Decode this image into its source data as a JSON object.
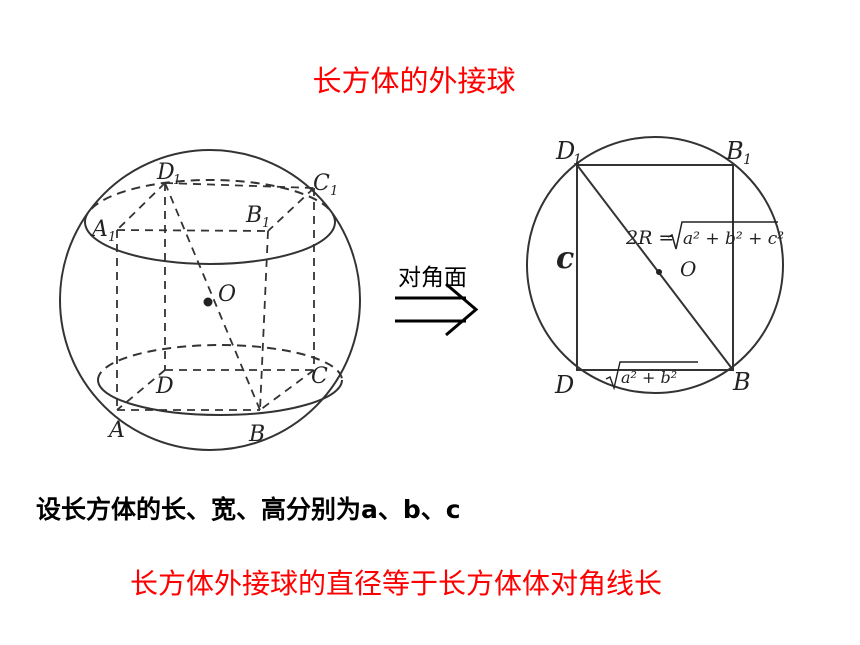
{
  "title": "长方体的外接球",
  "arrow_label": "对角面",
  "statement": "设长方体的长、宽、高分别为a、b、c",
  "conclusion": "长方体外接球的直径等于长方体体对角线长",
  "left_figure": {
    "vertex_labels": {
      "A": "A",
      "B": "B",
      "C": "C",
      "D": "D",
      "A1": "A",
      "B1": "B",
      "C1": "C",
      "D1": "D",
      "subscript": "1"
    },
    "center_label": "O"
  },
  "right_figure": {
    "vertex_labels": {
      "D1": "D",
      "B1": "B",
      "D": "D",
      "B": "B",
      "subscript": "1"
    },
    "center_label": "O",
    "side_label": "c",
    "diagonal_formula": "2R =",
    "radicand": "a² + b² + c²",
    "bottom_radicand": "a² + b²"
  },
  "colors": {
    "accent": "#ff0000",
    "line": "#333333"
  }
}
